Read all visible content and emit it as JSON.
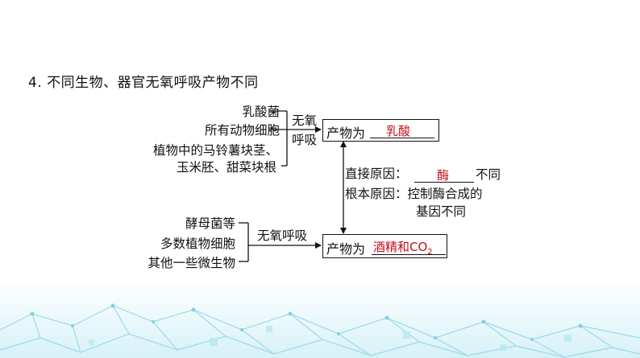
{
  "heading": {
    "number": "4",
    "text": ". 不同生物、器官无氧呼吸产物不同"
  },
  "top_group": {
    "items": [
      "乳酸菌",
      "所有动物细胞",
      "植物中的马铃薯块茎、",
      "玉米胚、甜菜块根"
    ],
    "arrow_label_line1": "无氧",
    "arrow_label_line2": "呼吸",
    "product_prefix": "产物为",
    "product_answer": "乳酸"
  },
  "reasons": {
    "direct_prefix": "直接原因：",
    "direct_answer": "酶",
    "direct_suffix": "不同",
    "root_line1": "根本原因：控制酶合成的",
    "root_line2": "基因不同"
  },
  "bottom_group": {
    "items": [
      "酵母菌等",
      "多数植物细胞",
      "其他一些微生物"
    ],
    "arrow_label": "无氧呼吸",
    "product_prefix": "产物为",
    "product_answer_main": "酒精和CO",
    "product_answer_sub": "2"
  },
  "colors": {
    "answer": "#c0101a",
    "decoration": "#8fd6e6"
  }
}
